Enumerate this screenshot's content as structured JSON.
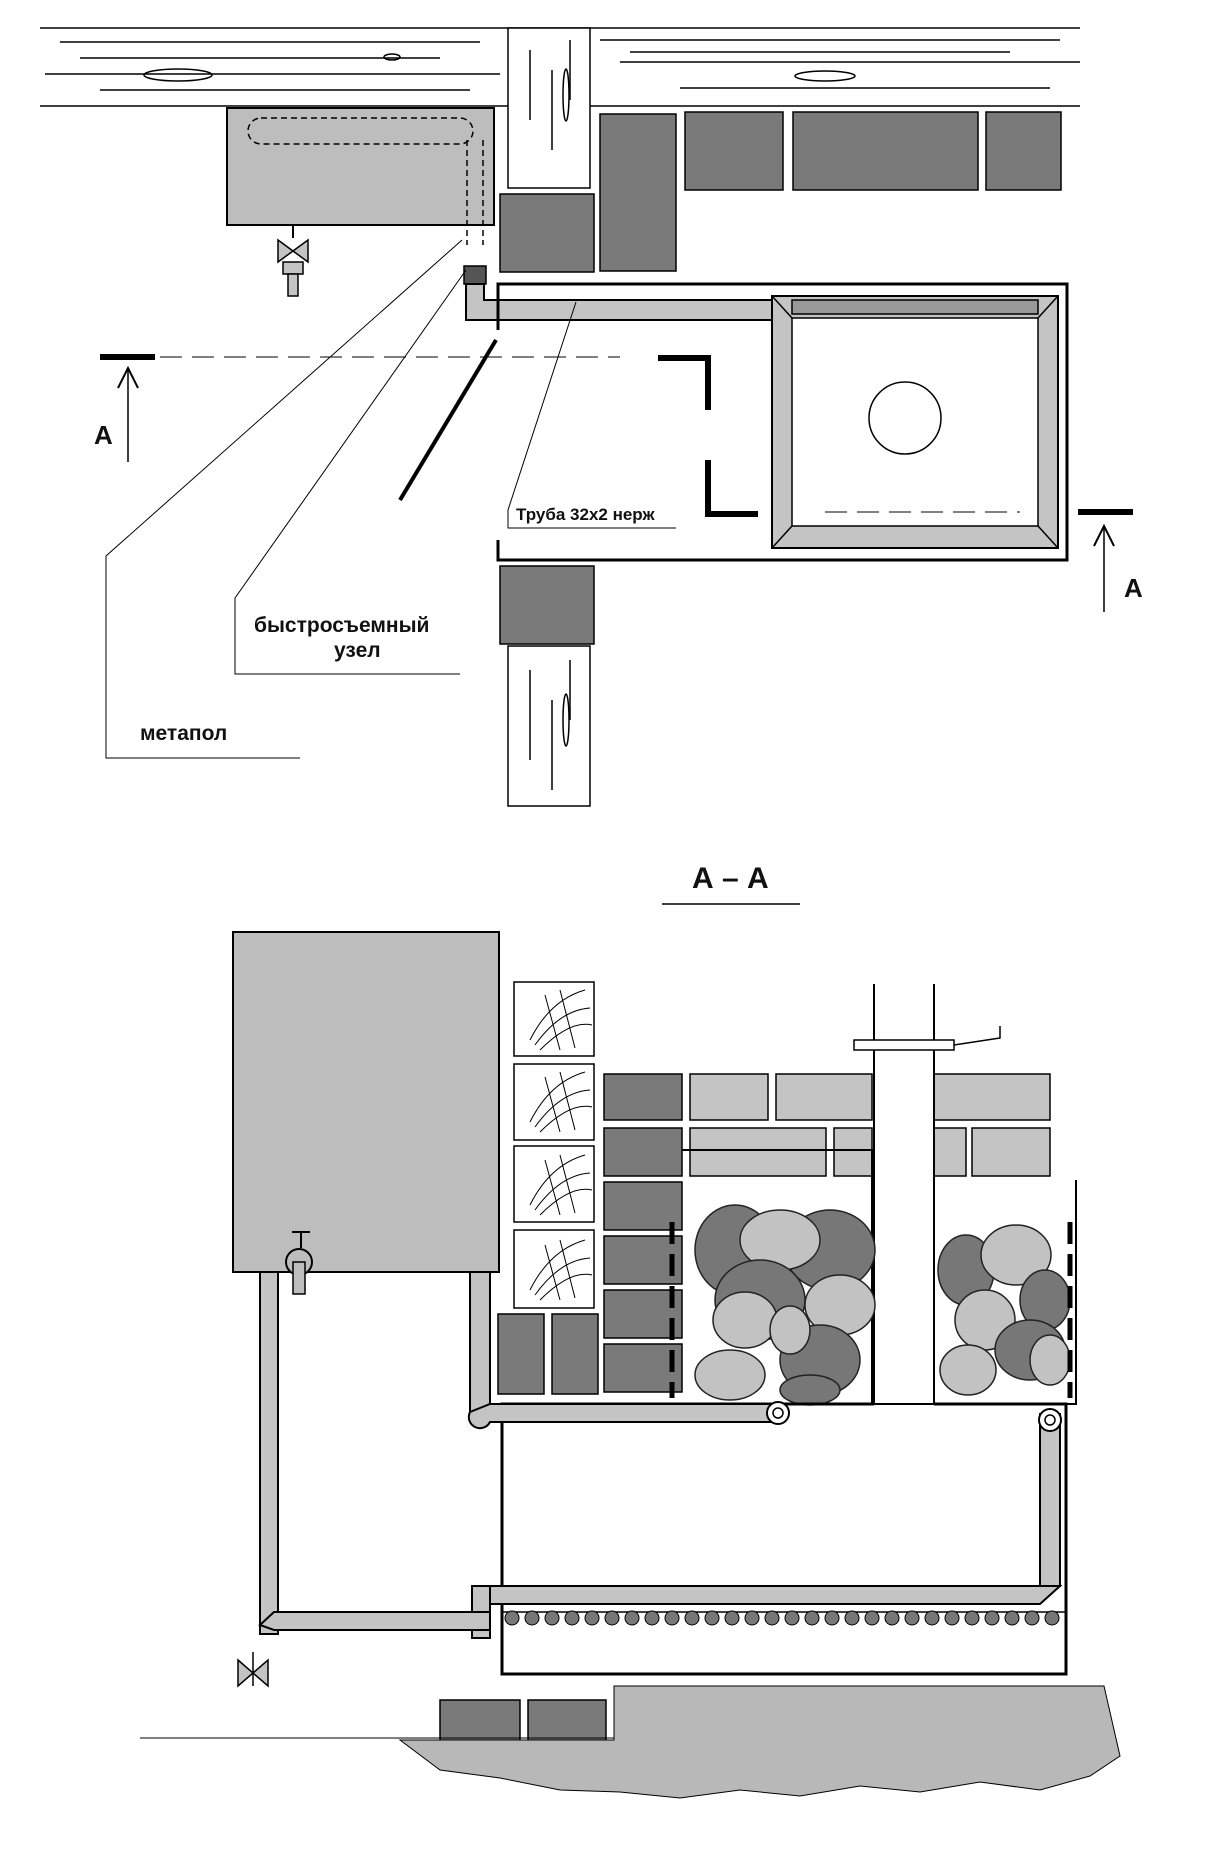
{
  "labels": {
    "pipe": "Труба 32х2 нерж",
    "quick_connect_line1": "быстросъемный",
    "quick_connect_line2": "узел",
    "metapol": "метапол",
    "section_marker_left": "А",
    "section_marker_right": "А",
    "section_title": "А – А"
  },
  "colors": {
    "dark_tile": "#7a7a7a",
    "light_tile": "#c4c4c4",
    "tank": "#bdbdbd",
    "ground": "#b8b8b8",
    "outline": "#000000"
  },
  "icons": [
    "valve-icon",
    "tap-icon",
    "section-arrow-icon"
  ]
}
